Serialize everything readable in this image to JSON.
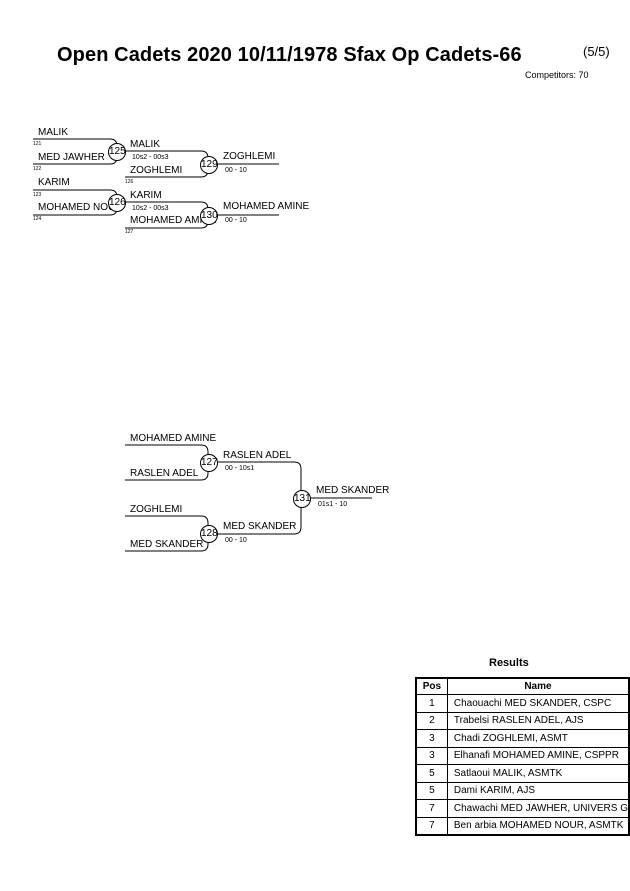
{
  "header": {
    "title": "Open Cadets 2020  10/11/1978  Sfax   Op Cadets-66",
    "page": "(5/5)",
    "competitors": "Competitors: 70"
  },
  "bracket_top": {
    "r1": [
      {
        "name": "MALIK",
        "seed": "121"
      },
      {
        "name": "MED JAWHER",
        "seed": "122"
      },
      {
        "name": "KARIM",
        "seed": "123"
      },
      {
        "name": "MOHAMED NOUR",
        "seed": "124"
      }
    ],
    "r2": [
      {
        "name": "MALIK",
        "score": "10s2 - 00s3"
      },
      {
        "name": "ZOGHLEMI",
        "seed": "126"
      },
      {
        "name": "KARIM",
        "score": "10s2 - 00s3"
      },
      {
        "name": "MOHAMED AMINE",
        "seed": "127"
      }
    ],
    "r3": [
      {
        "name": "ZOGHLEMI",
        "score": "00 - 10"
      },
      {
        "name": "MOHAMED AMINE",
        "score": "00 - 10"
      }
    ],
    "nodes": [
      "125",
      "129",
      "126",
      "130"
    ]
  },
  "bracket_bottom": {
    "r1": [
      {
        "name": "MOHAMED AMINE"
      },
      {
        "name": "RASLEN ADEL"
      },
      {
        "name": "ZOGHLEMI"
      },
      {
        "name": "MED SKANDER"
      }
    ],
    "r2": [
      {
        "name": "RASLEN ADEL",
        "score": "00 - 10s1"
      },
      {
        "name": "MED SKANDER",
        "score": "00 - 10"
      }
    ],
    "final": {
      "name": "MED SKANDER",
      "score": "01s1 - 10"
    },
    "nodes": [
      "127",
      "128",
      "131"
    ]
  },
  "results": {
    "title": "Results",
    "headers": [
      "Pos",
      "Name"
    ],
    "rows": [
      {
        "pos": "1",
        "name": "Chaouachi MED SKANDER, CSPC"
      },
      {
        "pos": "2",
        "name": "Trabelsi RASLEN ADEL, AJS"
      },
      {
        "pos": "3",
        "name": "Chadi ZOGHLEMI, ASMT"
      },
      {
        "pos": "3",
        "name": "Elhanafi MOHAMED AMINE, CSPPR"
      },
      {
        "pos": "5",
        "name": "Satlaoui MALIK, ASMTK"
      },
      {
        "pos": "5",
        "name": "Dami KARIM, AJS"
      },
      {
        "pos": "7",
        "name": "Chawachi MED JAWHER, UNIVERS G"
      },
      {
        "pos": "7",
        "name": "Ben arbia MOHAMED NOUR, ASMTK"
      }
    ]
  }
}
